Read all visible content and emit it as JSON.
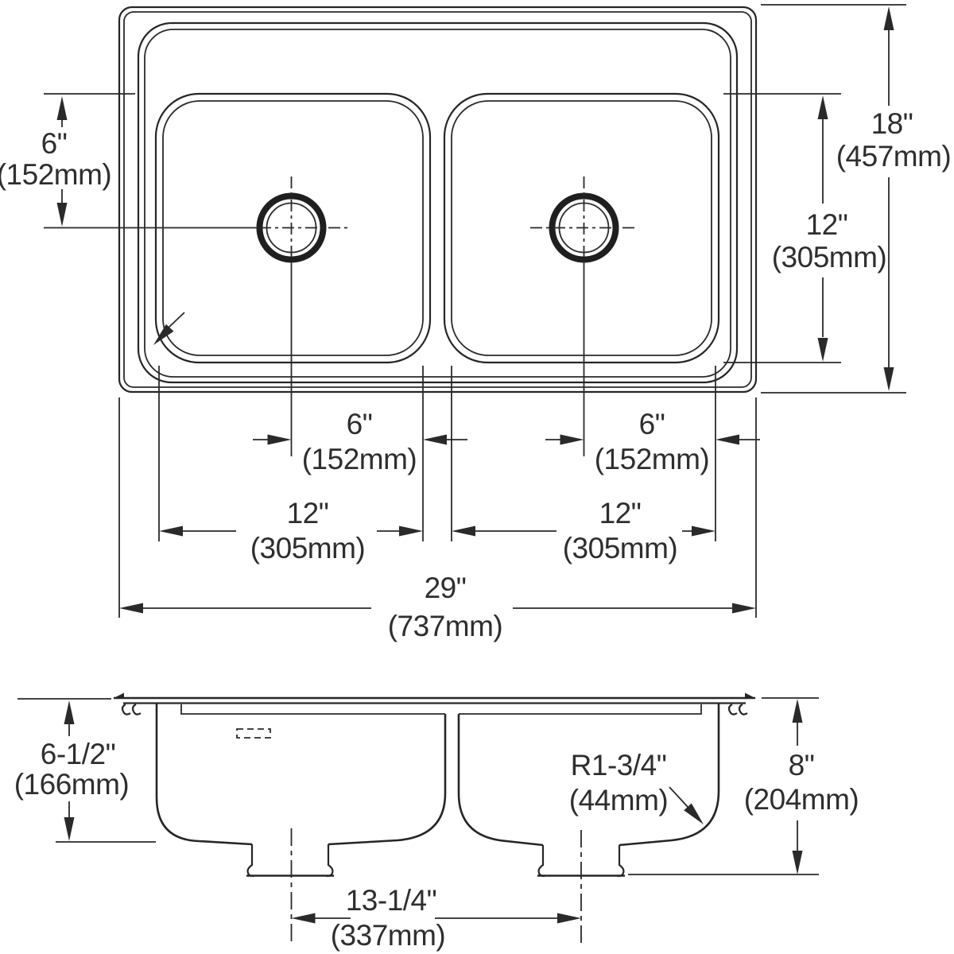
{
  "drawing": {
    "description": "Dimensional line drawing of a double-bowl drop-in kitchen sink: plan view (top) and front section view (bottom)",
    "units": "inches with millimeter equivalents",
    "line_color": "#262626",
    "background_color": "#ffffff"
  },
  "top_view": {
    "dims": {
      "drain_offset_from_bowl_top": {
        "in": "6\"",
        "mm": "(152mm)"
      },
      "overall_front_back": {
        "in": "18\"",
        "mm": "(457mm)"
      },
      "bowl_front_back": {
        "in": "12\"",
        "mm": "(305mm)"
      },
      "left_drain_to_bowl_edge": {
        "in": "6\"",
        "mm": "(152mm)"
      },
      "right_drain_to_bowl_edge": {
        "in": "6\"",
        "mm": "(152mm)"
      },
      "left_bowl_width": {
        "in": "12\"",
        "mm": "(305mm)"
      },
      "right_bowl_width": {
        "in": "12\"",
        "mm": "(305mm)"
      },
      "overall_width": {
        "in": "29\"",
        "mm": "(737mm)"
      }
    }
  },
  "section_view": {
    "dims": {
      "bowl_depth": {
        "in": "6-1/2\"",
        "mm": "(166mm)"
      },
      "overall_depth_to_drain": {
        "in": "8\"",
        "mm": "(204mm)"
      },
      "bowl_corner_radius": {
        "in": "R1-3/4\"",
        "mm": "(44mm)"
      },
      "drain_center_spacing": {
        "in": "13-1/4\"",
        "mm": "(337mm)"
      }
    }
  }
}
